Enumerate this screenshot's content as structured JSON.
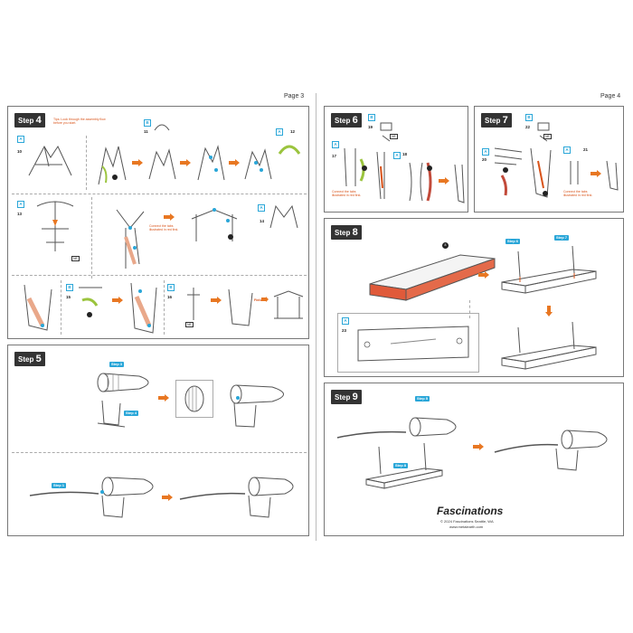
{
  "pages": {
    "left": {
      "label": "Page 3"
    },
    "right": {
      "label": "Page 4"
    }
  },
  "steps": {
    "s4": {
      "word": "Step",
      "num": "4",
      "tip": "Tips: Look through the assembly flow before you start.",
      "note": "Connect the tabs illustrated in red first."
    },
    "s5": {
      "word": "Step",
      "num": "5"
    },
    "s6": {
      "word": "Step",
      "num": "6",
      "note": "Connect the tabs illustrated in red first."
    },
    "s7": {
      "word": "Step",
      "num": "7",
      "note": "Connect the tabs illustrated in red first."
    },
    "s8": {
      "word": "Step",
      "num": "8"
    },
    "s9": {
      "word": "Step",
      "num": "9"
    }
  },
  "callouts": {
    "step3": "Step 3",
    "step4": "Step 4",
    "step1": "Step 1",
    "step6": "Step 6",
    "step7": "Step 7",
    "step5": "Step 5",
    "step8": "Step 8"
  },
  "labels": {
    "a": "A",
    "b": "B",
    "ne": "NE",
    "finish": "Finish"
  },
  "parts": {
    "p10": "10",
    "p12": "12",
    "p13": "13",
    "p14": "14",
    "p11": "11",
    "p15": "15",
    "p16": "16",
    "p17": "17",
    "p18": "18",
    "p19": "19",
    "p20": "20",
    "p21": "21",
    "p22": "22",
    "p23": "23",
    "s6": "6",
    "s8": "8"
  },
  "footer": {
    "brand": "Fascinations",
    "copyright": "© 2024 Fascinations Seattle, WA",
    "website": "www.metalearth.com"
  },
  "colors": {
    "accent": "#29a6d8",
    "warning": "#d9541a",
    "arrow": "#e87722",
    "stepbg": "#333333"
  }
}
